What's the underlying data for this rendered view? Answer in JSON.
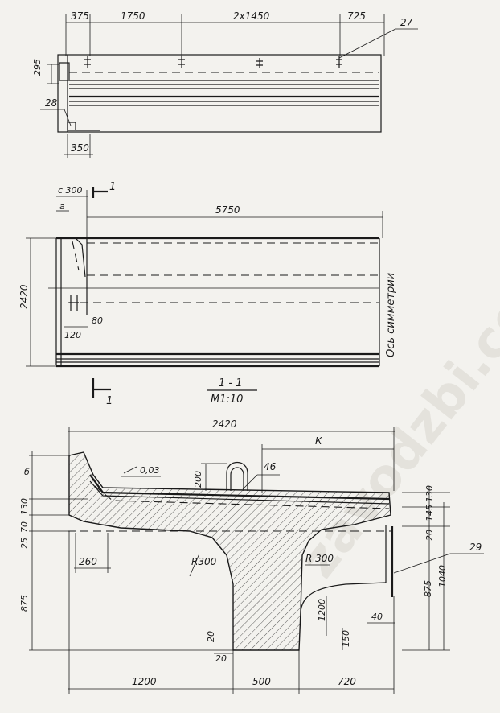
{
  "watermark": "zavodzbi.com",
  "top_view": {
    "dims_top": [
      "375",
      "1750",
      "2x1450",
      "725"
    ],
    "dim_side": "295",
    "dim_bottom": "350",
    "callout_a": "27",
    "callout_b": "28"
  },
  "section_view": {
    "dim_left_top": "с 300",
    "dim_a": "а",
    "dim_span": "5750",
    "dim_height": "2420",
    "dim_80": "80",
    "dim_120": "120",
    "axis_label": "Ось симметрии",
    "section_mark": "1",
    "section_mark_bottom": "1",
    "title": "1 - 1",
    "scale": "М1:10"
  },
  "cross_section": {
    "dim_total_width": "2420",
    "dim_k": "К",
    "dim_b": "б",
    "dim_003": "0,03",
    "dim_200": "200",
    "callout_46": "46",
    "callout_29": "29",
    "dim_130_l": "130",
    "dim_70": "70",
    "dim_25": "25",
    "dim_130_r": "130",
    "dim_145": "145",
    "dim_20_r": "20",
    "dim_260": "260",
    "r_left": "R300",
    "r_right": "R 300",
    "dim_875_l": "875",
    "dim_875_r": "875",
    "dim_1040": "1040",
    "dim_40": "40",
    "dim_1200_v": "1200",
    "dim_150": "150",
    "dim_20_a": "20",
    "dim_20_b": "20",
    "dim_1200": "1200",
    "dim_500": "500",
    "dim_720": "720"
  }
}
